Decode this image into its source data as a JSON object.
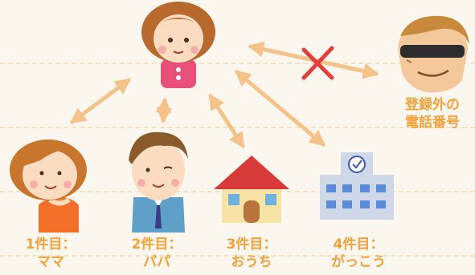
{
  "contacts": [
    {
      "line1": "1件目：",
      "line2": "ママ",
      "icon": "mother-icon"
    },
    {
      "line1": "2件目：",
      "line2": "パパ",
      "icon": "father-icon"
    },
    {
      "line1": "3件目：",
      "line2": "おうち",
      "icon": "house-icon"
    },
    {
      "line1": "4件目：",
      "line2": "がっこう",
      "icon": "school-icon"
    }
  ],
  "unregistered": {
    "line1": "登録外の",
    "line2": "電話番号",
    "icon": "stranger-icon"
  },
  "center_icon": "child-icon",
  "blocked_icon": "cross-mark-icon",
  "colors": {
    "arrow": "#f5c28a",
    "label": "#f2a23a",
    "cross": "#e43d3d"
  }
}
